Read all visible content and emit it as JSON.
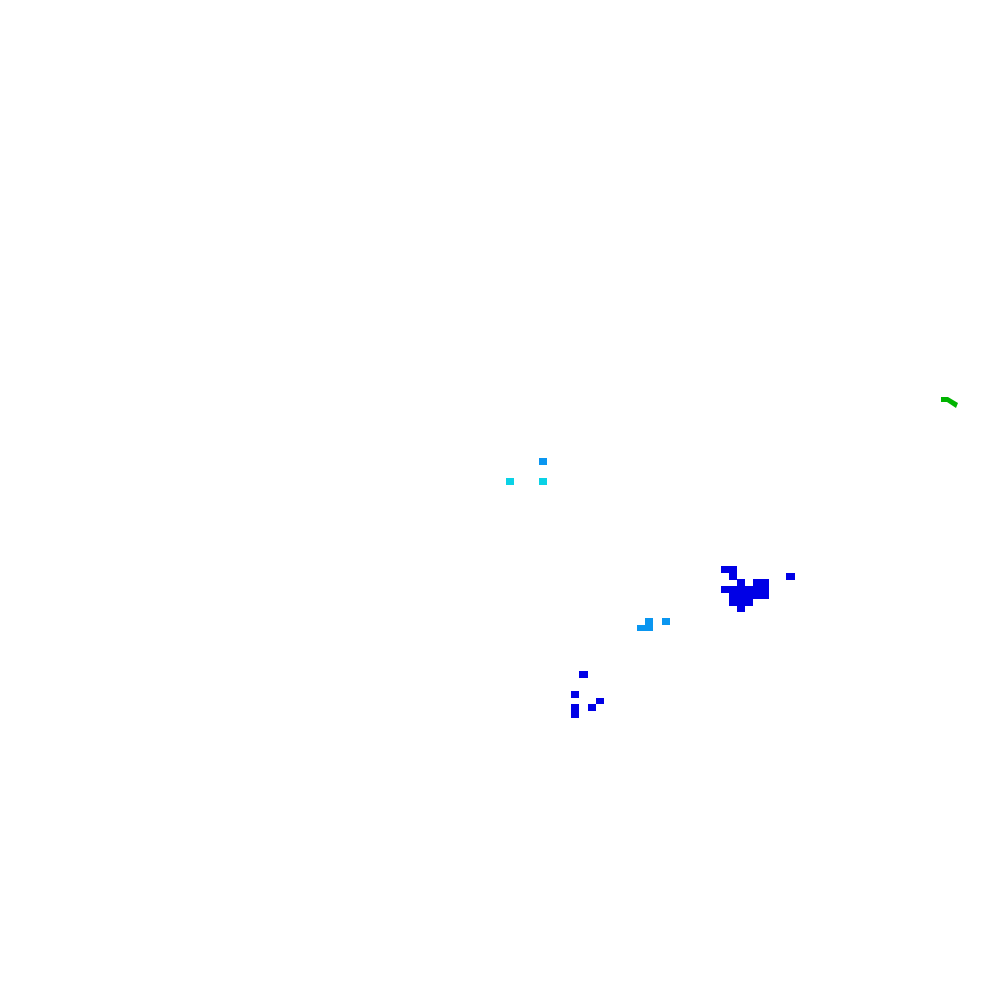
{
  "background_color": "#ffffff",
  "palette": {
    "deep_blue": "#0000e6",
    "sky_blue": "#0a96f0",
    "cyan": "#0ad2e6",
    "green": "#00b400"
  },
  "clusters": [
    {
      "name": "cyan-cells",
      "color_key": "cyan"
    },
    {
      "name": "sky-blue-cells",
      "color_key": "sky_blue"
    },
    {
      "name": "deep-blue-cells",
      "color_key": "deep_blue"
    },
    {
      "name": "green-mark",
      "color_key": "green"
    }
  ]
}
